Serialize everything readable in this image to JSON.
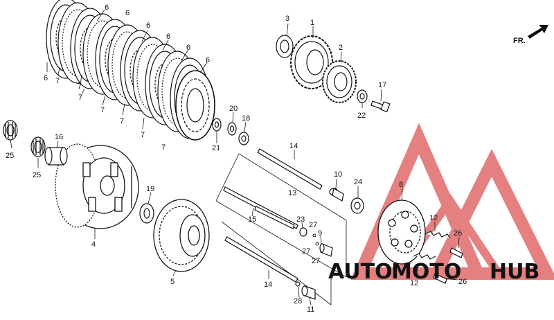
{
  "direction_label": "FR.",
  "watermark": {
    "brand_part1": "AUTO",
    "brand_part2": "MOTO",
    "brand_part3": "HUB",
    "colors": {
      "triangle": "#e06a6a",
      "auto": "#f4b63c",
      "moto": "#e06a6a",
      "hub": "#555555"
    }
  },
  "callouts": {
    "c1": "1",
    "c2": "2",
    "c3": "3",
    "c4": "4",
    "c5": "5",
    "c6a": "6",
    "c6b": "6",
    "c6c": "6",
    "c6d": "6",
    "c6e": "6",
    "c6f": "6",
    "c6g": "6",
    "c7a": "7",
    "c7b": "7",
    "c7c": "7",
    "c7d": "7",
    "c7e": "7",
    "c7f": "7",
    "c7g": "7",
    "c8": "8",
    "c9": "9",
    "c10": "10",
    "c11": "11",
    "c12a": "12",
    "c12b": "12",
    "c13": "13",
    "c14a": "14",
    "c14b": "14",
    "c15": "15",
    "c16": "16",
    "c17": "17",
    "c18": "18",
    "c19": "19",
    "c20": "20",
    "c21": "21",
    "c22": "22",
    "c23": "23",
    "c24": "24",
    "c25a": "25",
    "c25b": "25",
    "c26a": "26",
    "c26b": "26",
    "c27a": "27",
    "c27b": "27",
    "c27c": "27",
    "c28": "28"
  }
}
